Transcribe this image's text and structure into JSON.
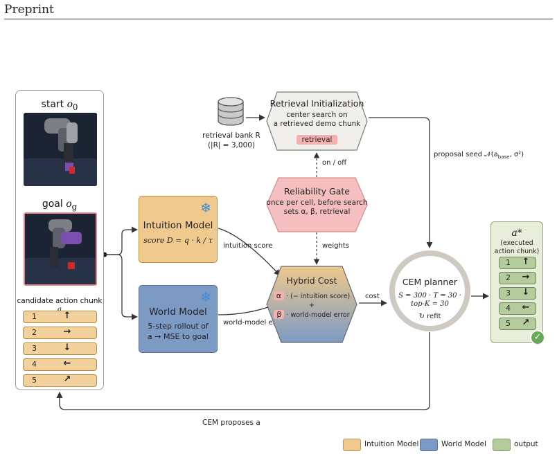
{
  "header": {
    "label": "Preprint"
  },
  "input_panel": {
    "start_caption": "start",
    "start_sym": "o",
    "start_sub": "0",
    "goal_caption": "goal",
    "goal_sym": "o",
    "goal_sub": "g",
    "chunk_caption": "candidate action chunk",
    "chunk_sym": "a",
    "chunk": [
      {
        "idx": "1",
        "arrow": "↑"
      },
      {
        "idx": "2",
        "arrow": "→"
      },
      {
        "idx": "3",
        "arrow": "↓"
      },
      {
        "idx": "4",
        "arrow": "←"
      },
      {
        "idx": "5",
        "arrow": "↗"
      }
    ]
  },
  "retrieval_bank": {
    "label": "retrieval bank R",
    "size": "(|R| = 3,000)"
  },
  "retrieval_init": {
    "title": "Retrieval Initialization",
    "line1": "center search on",
    "line2": "a retrieved demo chunk",
    "pill": "retrieval"
  },
  "gate": {
    "title": "Reliability Gate",
    "line1": "once per cell, before search",
    "line2": "sets α, β, retrieval"
  },
  "intuition": {
    "title": "Intuition Model",
    "formula": "score D = q · k / τ"
  },
  "world": {
    "title": "World Model",
    "line1": "5-step rollout of",
    "line2": "a → MSE to goal"
  },
  "hybrid": {
    "title": "Hybrid Cost",
    "alpha": "α",
    "term1": "· (− intuition score)",
    "plus": "+",
    "beta": "β",
    "term2": "· world-model error"
  },
  "cem": {
    "title": "CEM planner",
    "line1": "S = 300 · T = 30 ·",
    "line2": "top-K = 30",
    "refit": "refit"
  },
  "output": {
    "title": "a*",
    "sub1": "(executed",
    "sub2": "action chunk)",
    "chunk": [
      {
        "idx": "1",
        "arrow": "↑"
      },
      {
        "idx": "2",
        "arrow": "→"
      },
      {
        "idx": "3",
        "arrow": "↓"
      },
      {
        "idx": "4",
        "arrow": "←"
      },
      {
        "idx": "5",
        "arrow": "↗"
      }
    ]
  },
  "edges": {
    "on_off": "on / off",
    "weights": "weights",
    "intuition_score": "intuition score",
    "world_model_error": "world-model error",
    "cost": "cost",
    "proposal_seed": "proposal seed 𝒩(a",
    "proposal_sub": "base",
    "proposal_end": ", σ²)",
    "cem_proposes": "CEM proposes a"
  },
  "legend": [
    {
      "label": "Intuition Model",
      "color": "#efc98d"
    },
    {
      "label": "World Model",
      "color": "#7d9ac4"
    },
    {
      "label": "output",
      "color": "#b4cb9c"
    }
  ],
  "icons": [
    "database-icon",
    "snowflake-icon",
    "refit-icon",
    "check-icon"
  ]
}
